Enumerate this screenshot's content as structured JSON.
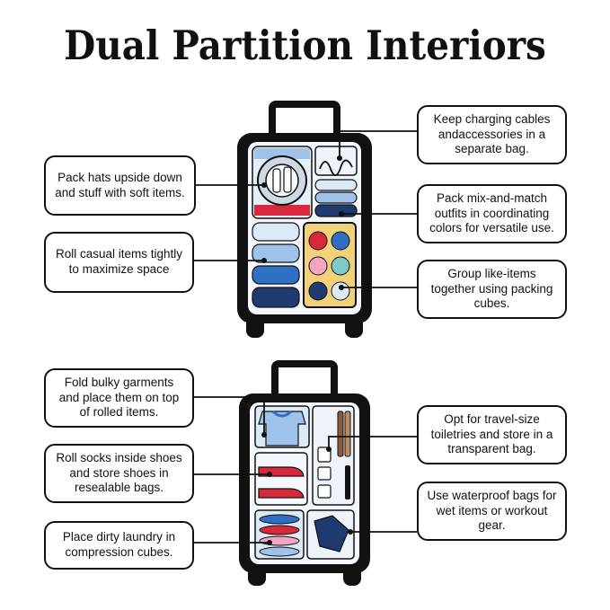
{
  "title": "Dual Partition Interiors",
  "callouts": {
    "top_left_1": "Pack hats upside down and stuff with soft items.",
    "top_left_2": "Roll casual items tightly to maximize space",
    "top_right_1": "Keep charging cables andaccessories in a separate bag.",
    "top_right_2": "Pack mix-and-match outfits in coordinating colors for versatile use.",
    "top_right_3": "Group like-items together using packing cubes.",
    "bottom_left_1": "Fold bulky garments and place them on top of rolled items.",
    "bottom_left_2": "Roll socks inside shoes and store shoes in resealable bags.",
    "bottom_left_3": "Place dirty laundry in compression cubes.",
    "bottom_right_1": "Opt for travel-size toiletries and store in a transparent bag.",
    "bottom_right_2": "Use waterproof bags for wet items or workout gear."
  },
  "colors": {
    "outline": "#111111",
    "navy": "#1e3a6e",
    "blue": "#2f6fc4",
    "light_blue": "#9ec2ea",
    "pale_blue": "#dce9f7",
    "red": "#d8283c",
    "pink": "#f2a6c4",
    "yellow": "#f1d27a",
    "teal": "#7ec9c9"
  }
}
